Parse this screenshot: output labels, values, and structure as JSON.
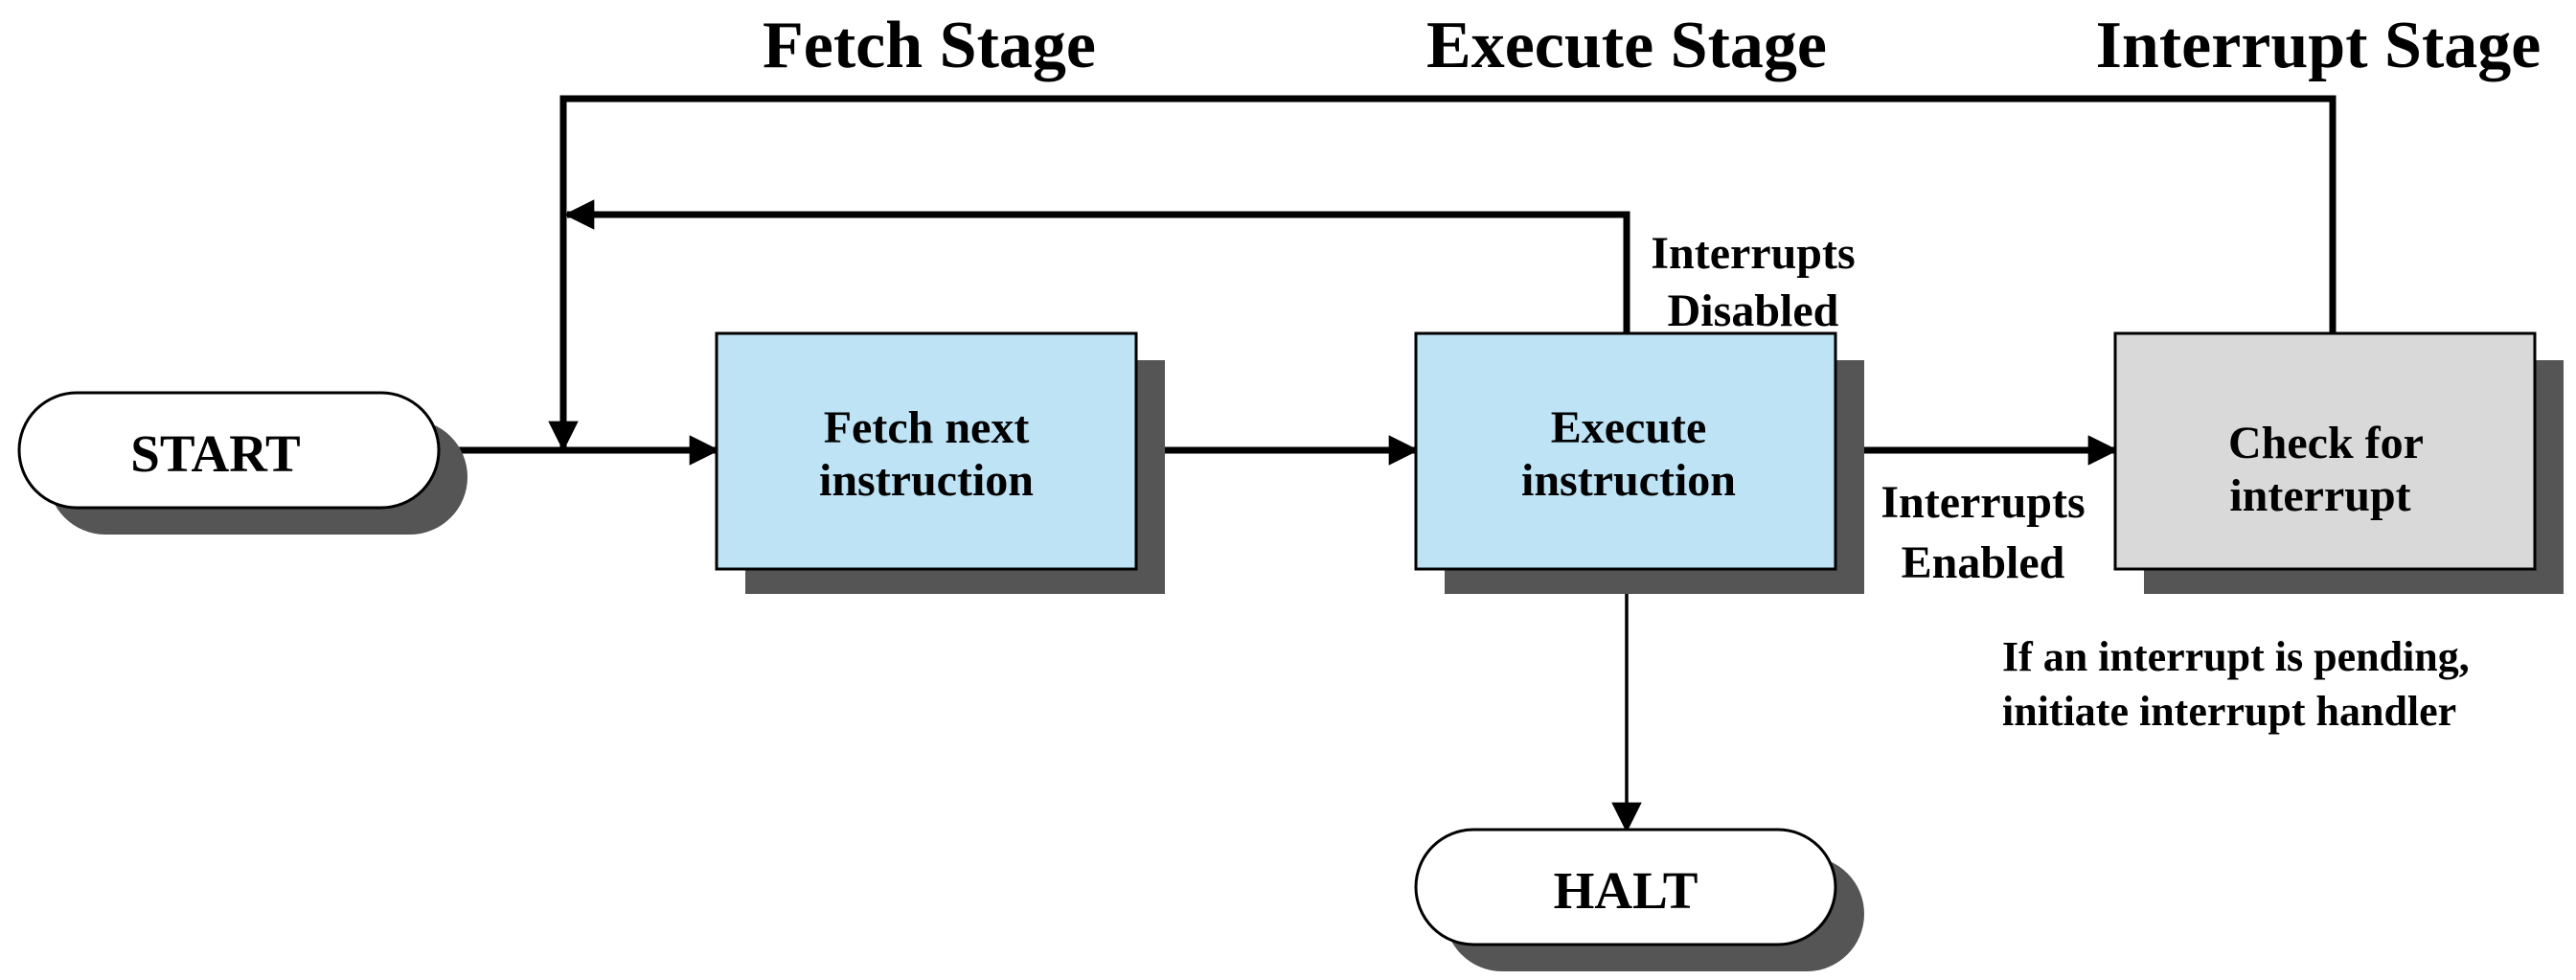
{
  "stages": {
    "fetch": "Fetch Stage",
    "execute": "Execute Stage",
    "interrupt": "Interrupt Stage"
  },
  "nodes": {
    "start": "START",
    "fetch": [
      "Fetch next",
      "instruction"
    ],
    "execute": [
      "Execute",
      "instruction"
    ],
    "check": [
      "Check for",
      "interrupt"
    ],
    "halt": "HALT"
  },
  "edge_labels": {
    "disabled": [
      "Interrupts",
      "Disabled"
    ],
    "enabled": [
      "Interrupts",
      "Enabled"
    ]
  },
  "note": [
    "If an interrupt is pending,",
    "initiate interrupt handler"
  ],
  "colors": {
    "process_fill": "#bde3f5",
    "check_fill": "#d9d9d9",
    "terminal_fill": "#ffffff",
    "shadow": "#555555",
    "stroke": "#000000"
  }
}
